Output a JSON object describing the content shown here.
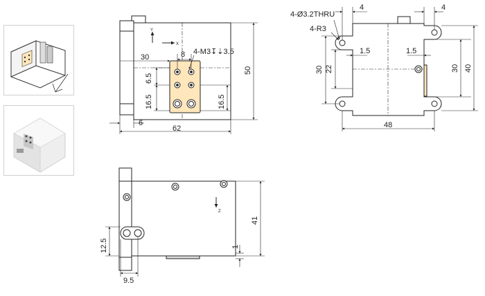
{
  "front_view": {
    "axis_y": "Y",
    "axis_x": "X",
    "dim_30": "30",
    "dim_8": "8",
    "thread_note": "4-M3↧⇣3.5",
    "dim_6_5": "6.5",
    "dim_16_5_left": "16.5",
    "dim_16_5_right": "16.5",
    "dim_50": "50",
    "dim_6": "6",
    "dim_62": "62"
  },
  "back_view": {
    "hole_note": "4-Ø3.2THRU",
    "radius_note": "4-R3",
    "dim_4_left": "4",
    "dim_4_right": "4",
    "dim_1_5_left": "1.5",
    "dim_1_5_right": "1.5",
    "dim_30_left": "30",
    "dim_22": "22",
    "dim_30_right": "30",
    "dim_40": "40",
    "dim_48": "48"
  },
  "side_view": {
    "axis_z": "Z",
    "dim_41": "41",
    "dim_1": "1",
    "dim_12_5": "12.5",
    "dim_9_5": "9.5"
  },
  "colors": {
    "stage_plate": "#ffe6bb",
    "hole_fill": "#ffffff",
    "line": "#222222"
  }
}
